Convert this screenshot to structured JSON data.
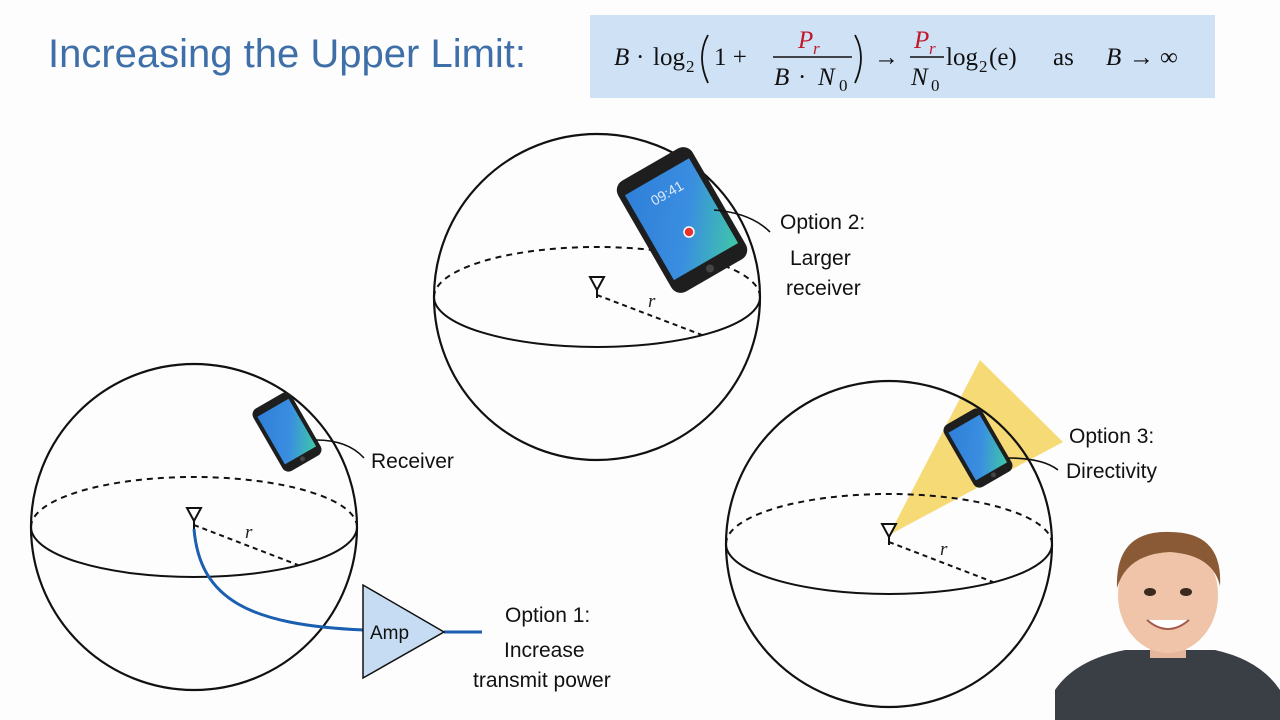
{
  "slide": {
    "title": "Increasing the Upper Limit:"
  },
  "formula": {
    "lhs_B": "B",
    "dot1": "·",
    "log": "log",
    "log_sub": "2",
    "one_plus": "1 +",
    "num_P": "P",
    "num_sub": "r",
    "den_B": "B",
    "dot2": "·",
    "den_N": "N",
    "den_N_sub": "0",
    "arrow1": "→",
    "frac2_P": "P",
    "frac2_P_sub": "r",
    "frac2_N": "N",
    "frac2_N_sub": "0",
    "log2": "log",
    "log2_sub": "2",
    "log2_arg": "(e)",
    "as": "as",
    "B_end": "B",
    "arrow2": "→",
    "infinity": "∞"
  },
  "diagram": {
    "receiver_label": "Receiver",
    "radius_label": "r",
    "amp_label": "Amp",
    "option1_line1": "Option 1:",
    "option1_line2": "Increase",
    "option1_line3": "transmit power",
    "option2_line1": "Option 2:",
    "option2_line2": "Larger",
    "option2_line3": "receiver",
    "option3_line1": "Option 3:",
    "option3_line2": "Directivity",
    "phone_clock": "09:41"
  },
  "colors": {
    "title": "#3e6fa8",
    "formula_bg": "#cfe1f5",
    "power_red": "#c0182a",
    "cable_blue": "#1a5fb0",
    "amp_fill": "#c5dcf2",
    "beam_yellow": "#f5d35e"
  }
}
